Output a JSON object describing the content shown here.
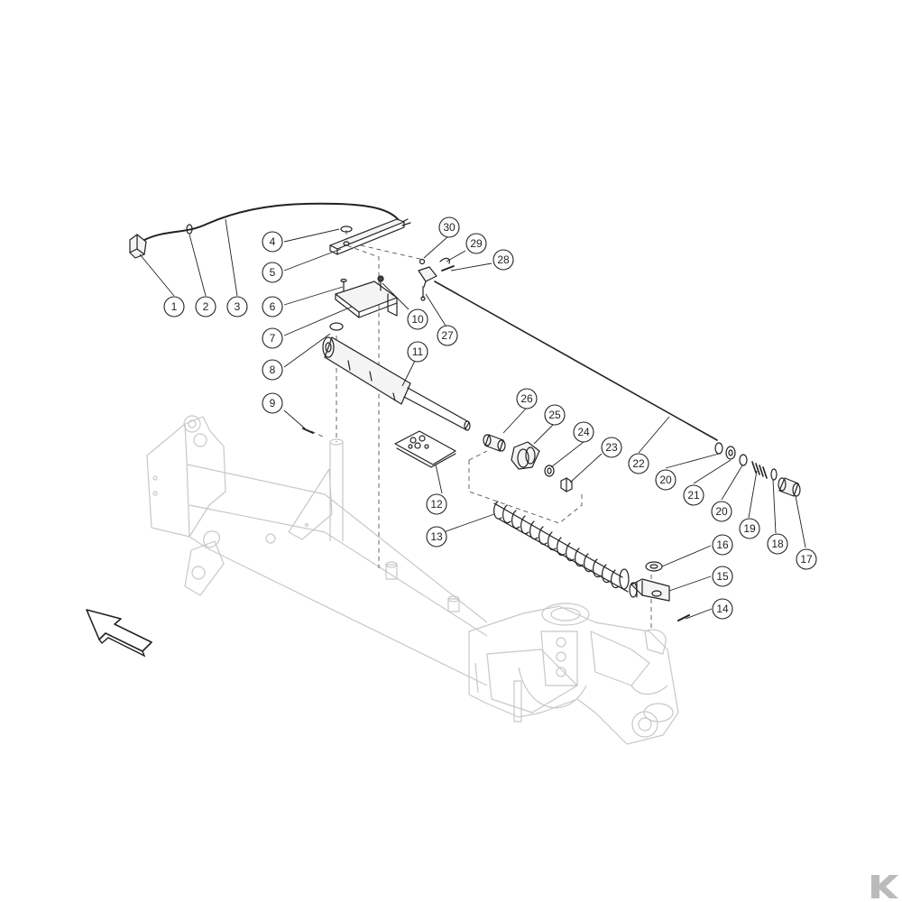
{
  "diagram": {
    "callouts": [
      "1",
      "2",
      "3",
      "4",
      "5",
      "6",
      "7",
      "8",
      "9",
      "10",
      "11",
      "12",
      "13",
      "14",
      "15",
      "16",
      "17",
      "18",
      "19",
      "20",
      "21",
      "20",
      "22",
      "23",
      "24",
      "25",
      "26",
      "27",
      "28",
      "29",
      "30"
    ]
  },
  "colors": {
    "line": "#222222",
    "faint": "#cccccc",
    "part_fill": "#f4f4f4",
    "watermark": "#bbbbbb"
  },
  "icons": {
    "direction": "arrow-icon",
    "brand": "brand-logo-icon"
  }
}
